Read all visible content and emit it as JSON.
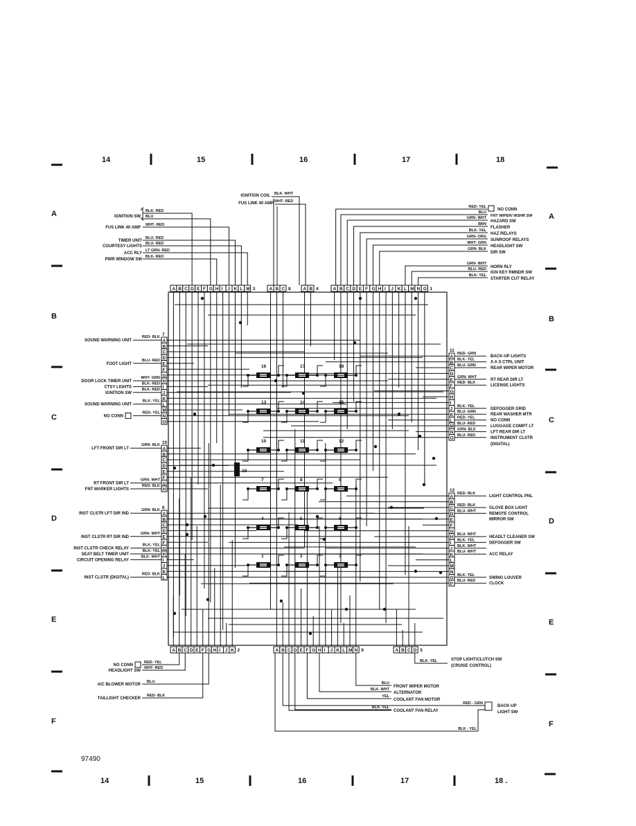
{
  "grid": {
    "columns": [
      "14",
      "15",
      "16",
      "17",
      "18"
    ],
    "columns_bottom": [
      "14",
      "15",
      "16",
      "17",
      "18 ."
    ],
    "rows_left": [
      "A",
      "B",
      "C",
      "D",
      "E",
      "F"
    ],
    "rows_right": [
      "A",
      "B",
      "C",
      "D",
      "E",
      "F"
    ]
  },
  "figure_number": "97490",
  "connectors": {
    "c3": {
      "pins": [
        "A",
        "B",
        "C",
        "D",
        "E",
        "F",
        "G",
        "H",
        "I",
        "J",
        "K",
        "L",
        "M"
      ],
      "id": "3"
    },
    "c8": {
      "pins": [
        "A",
        "B",
        "C"
      ],
      "id": "8"
    },
    "c4": {
      "pins": [
        "A",
        "B"
      ],
      "id": "4"
    },
    "c1": {
      "pins": [
        "A",
        "B",
        "C",
        "D",
        "E",
        "F",
        "G",
        "H",
        "I",
        "J",
        "K",
        "L",
        "M",
        "N",
        "O"
      ],
      "id": "1"
    },
    "c7": {
      "pins": [
        "A",
        "B",
        "C",
        "D",
        "E",
        "F",
        "G",
        "H",
        "I",
        "J",
        "K",
        "L",
        "M",
        "N",
        "O"
      ],
      "id": "7"
    },
    "c10": {
      "pins": [
        "A",
        "B",
        "C",
        "D",
        "E",
        "F",
        "G",
        "H"
      ],
      "id": "10"
    },
    "c6": {
      "pins": [
        "A",
        "B",
        "C",
        "D",
        "E",
        "F",
        "G",
        "H",
        "I",
        "J",
        "K",
        "L"
      ],
      "id": "6"
    },
    "c11": {
      "pins": [
        "A",
        "B",
        "C",
        "D",
        "E",
        "F",
        "G",
        "H",
        "I",
        "J",
        "K",
        "L",
        "M",
        "N",
        "O"
      ],
      "id": "11"
    },
    "c12": {
      "pins": [
        "A",
        "B",
        "C",
        "D",
        "E",
        "F",
        "G",
        "H",
        "I",
        "J",
        "K",
        "L",
        "M",
        "N",
        "O",
        "P"
      ],
      "id": "12"
    },
    "c2": {
      "pins": [
        "A",
        "B",
        "C",
        "D",
        "E",
        "F",
        "G",
        "H",
        "I",
        "J",
        "K"
      ],
      "id": "2"
    },
    "c9": {
      "pins": [
        "A",
        "B",
        "C",
        "D",
        "E",
        "F",
        "G",
        "H",
        "I",
        "J",
        "K",
        "L",
        "M",
        "N"
      ],
      "id": "9"
    },
    "c5": {
      "pins": [
        "A",
        "B",
        "C",
        "D"
      ],
      "id": "5"
    }
  },
  "relays": [
    "16",
    "17",
    "18",
    "13",
    "14",
    "15",
    "10",
    "11",
    "12",
    "7",
    "8",
    "9",
    "4",
    "5",
    "6",
    "1",
    "2",
    "3"
  ],
  "diode": "19",
  "top_labels": [
    {
      "label": "IGNITION COIL",
      "wire": "BLK- WHT"
    },
    {
      "label": "FUS LINK 40 AMP",
      "wire": "WHT- RED"
    }
  ],
  "top_left_labels": [
    {
      "label": "IGNITION SW",
      "wire": "BLK- RED"
    },
    {
      "label": "",
      "wire": "BLU"
    },
    {
      "label": "FUS LINK 40 AMP",
      "wire": "WHT- RED"
    },
    {
      "label": "TIMER UNIT",
      "wire": "BLU- RED"
    },
    {
      "label": "COURTESY LIGHTS",
      "wire": "BLU- RED"
    },
    {
      "label": "ACC RLY",
      "wire": "LT GRN- RED"
    },
    {
      "label": "PWR WINDOW SW",
      "wire": "BLK- RED"
    }
  ],
  "top_right_labels": [
    {
      "label": "NO CONN",
      "wire": "RED- YEL"
    },
    {
      "label": "FNT WIPER/ WSHR SW",
      "wire": "BLU"
    },
    {
      "label": "HAZARD SW",
      "wire": "GRN- WHT"
    },
    {
      "label": "FLASHER",
      "wire": "BRN"
    },
    {
      "label": "HAZ RELAYS",
      "wire": "BLK- YEL"
    },
    {
      "label": "SUNROOF RELAYS",
      "wire": "GRN- ORG"
    },
    {
      "label": "HEADLIGHT SW",
      "wire": "WHT- GRN"
    },
    {
      "label": "DIR SW",
      "wire": "GRN- BLK"
    },
    {
      "label": "HORN RLY",
      "wire": "GRN- WHT"
    },
    {
      "label": "IGN KEY RMNDR SW",
      "wire": "BLU- RED"
    },
    {
      "label": "STARTER CUT RELAY",
      "wire": "BLK- YEL"
    }
  ],
  "left_labels_c7": [
    {
      "label": "SOUND WARNING UNIT",
      "wire": "RED- BLK"
    },
    {
      "label": "FOOT LIGHT",
      "wire": "BLU- RED"
    },
    {
      "label": "DOOR LOCK TIMER UNIT",
      "wire": "WHT- GRN"
    },
    {
      "label": "CTSY LIGHTS",
      "wire": "BLK- RED"
    },
    {
      "label": "IGNITION SW",
      "wire": "BLK- RED"
    },
    {
      "label": "SOUND WARNING UNIT",
      "wire": "BLK- YEL"
    },
    {
      "label": "NO CONN",
      "wire": "RED- YEL"
    }
  ],
  "left_labels_c10": [
    {
      "label": "LFT FRONT DIR LT",
      "wire": "GRN- BLK"
    },
    {
      "label": "RT FRONT DIR LT",
      "wire": "GRN- WHT"
    },
    {
      "label": "FNT MARKER LIGHTS",
      "wire": "RED- BLK"
    }
  ],
  "left_labels_c6": [
    {
      "label": "INST CLSTR LFT DIR IND",
      "wire": "GRN- BLK"
    },
    {
      "label": "INST CLSTR RT DIR IND",
      "wire": "GRN- WHT"
    },
    {
      "label": "INST CLSTR CHECK RELAY",
      "wire": "BLK- YEL"
    },
    {
      "label": "SEAT BELT TIMER UNIT",
      "wire": "BLK- YEL"
    },
    {
      "label": "CIRCUIT OPENING RELAY",
      "wire": "BLK- WHT"
    },
    {
      "label": "INST CLSTR (DIGITAL)",
      "wire": "RED- BLK"
    }
  ],
  "right_labels_c11": [
    {
      "label": "BACK-UP LIGHTS",
      "wire": "RED- GRN"
    },
    {
      "label": "A A S CTRL UNIT",
      "wire": "BLK- YEL"
    },
    {
      "label": "REAR WIPER MOTOR",
      "wire": "BLU- GRN"
    },
    {
      "label": "RT REAR DIR LT",
      "wire": "GRN- WHT"
    },
    {
      "label": "LICENSE LIGHTS",
      "wire": "RED- BLK"
    },
    {
      "label": "DEFOGGER GRID",
      "wire": "BLK- YEL"
    },
    {
      "label": "REAR WASHER MTR",
      "wire": "BLU- GRN"
    },
    {
      "label": "NO CONN",
      "wire": "RED- YEL"
    },
    {
      "label": "LUGGAGE COMPT LT",
      "wire": "BLU- RED"
    },
    {
      "label": "LFT REAR DIR LT",
      "wire": "GRN- BLK"
    },
    {
      "label": "INSTRUMENT CLSTR",
      "wire": "BLU- RED"
    },
    {
      "label": "(DIGITAL)",
      "wire": ""
    }
  ],
  "right_labels_c12": [
    {
      "label": "LIGHT CONTROL PNL",
      "wire": "RED- BLK"
    },
    {
      "label": "GLOVE BOX LIGHT",
      "wire": "RED- BLK"
    },
    {
      "label": "REMOTE CONTROL",
      "wire": "BLU- WHT"
    },
    {
      "label": "MIRROR SW",
      "wire": ""
    },
    {
      "label": "HEADLT CLEANER SW",
      "wire": "BLU- WHT"
    },
    {
      "label": "DEFOGGER SW",
      "wire": "BLK- YEL"
    },
    {
      "label": "",
      "wire": "BLK- WHT"
    },
    {
      "label": "ACC RELAY",
      "wire": "BLU- WHT"
    },
    {
      "label": "SWING LOUVER",
      "wire": "BLK- YEL"
    },
    {
      "label": "CLOCK",
      "wire": "BLU- RED"
    }
  ],
  "bottom_left_labels": [
    {
      "label": "NO CONN",
      "wire": "RED- YEL"
    },
    {
      "label": "HEADLIGHT SW",
      "wire": "WHT- RED"
    },
    {
      "label": "A/C BLOWER MOTOR",
      "wire": "BLU"
    },
    {
      "label": "TAILLIGHT CHECKER",
      "wire": "RED- BLK"
    }
  ],
  "bottom_mid_labels": [
    {
      "label": "FRONT WIPER MOTOR",
      "wire": "BLU"
    },
    {
      "label": "ALTERNATOR",
      "wire": "BLK- WHT"
    },
    {
      "label": "COOLANT FAN MOTOR",
      "wire": "YEL"
    },
    {
      "label": "COOLANT FAN RELAY",
      "wire": "BLK- YEL"
    }
  ],
  "bottom_right_labels": [
    {
      "label": "STOP LIGHT/CLUTCH SW",
      "wire": "BLK- YEL"
    },
    {
      "label": "(CRUISE CONTROL)",
      "wire": ""
    },
    {
      "label": "BACK-UP",
      "wire": "RED - GRN"
    },
    {
      "label": "LIGHT SW",
      "wire": ""
    },
    {
      "label": "",
      "wire": "BLK - YEL"
    }
  ]
}
